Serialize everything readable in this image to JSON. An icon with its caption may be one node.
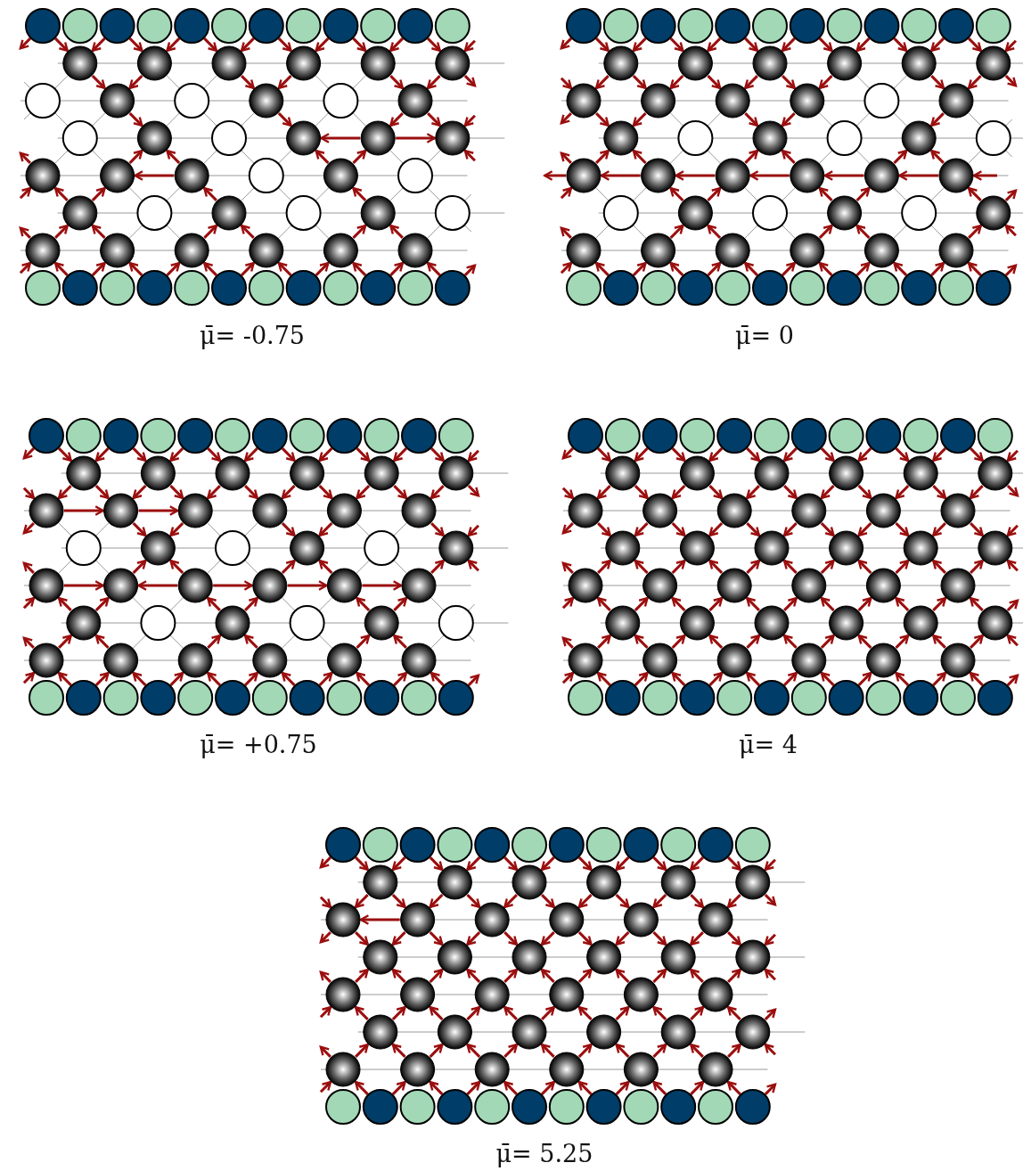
{
  "diagram": {
    "labels": [
      "μ̄= -0.75",
      "μ̄= 0",
      "μ̄= +0.75",
      "μ̄= 4",
      "μ̄= 5.25"
    ]
  }
}
